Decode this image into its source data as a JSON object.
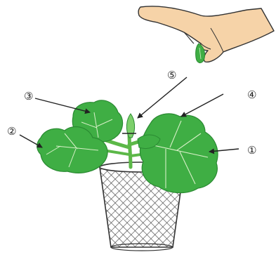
{
  "labels": {
    "l1": "①",
    "l2": "②",
    "l3": "③",
    "l4": "④",
    "l5": "⑤"
  },
  "colors": {
    "leaf": "#3fae44",
    "leaf_dark": "#2a8a32",
    "leaf_light": "#7ccf6a",
    "vein": "#d8f0c8",
    "stem": "#5cb848",
    "skin": "#f6d3a8",
    "skin_line": "#333333",
    "pot_mesh": "#555555",
    "arrow": "#222222"
  }
}
